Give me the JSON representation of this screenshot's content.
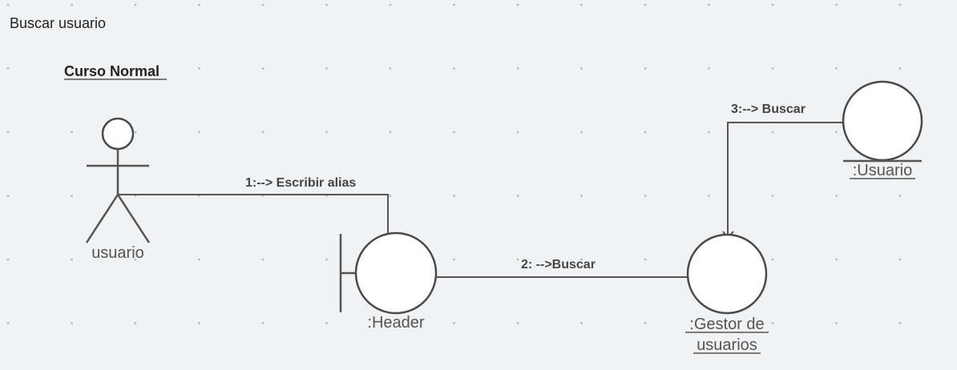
{
  "diagram": {
    "title": "Buscar usuario",
    "section": "Curso Normal",
    "actor": {
      "label": "usuario"
    },
    "boundary": {
      "label": ":Header"
    },
    "control": {
      "label_line1": ":Gestor de",
      "label_line2": "usuarios"
    },
    "entity": {
      "label": ":Usuario"
    },
    "messages": {
      "m1": "1:--> Escribir alias",
      "m2": "2: -->Buscar",
      "m3": "3:--> Buscar"
    }
  },
  "colors": {
    "background": "#f1f2f4",
    "stroke": "#4a4a4a",
    "shape_fill": "#ffffff"
  }
}
